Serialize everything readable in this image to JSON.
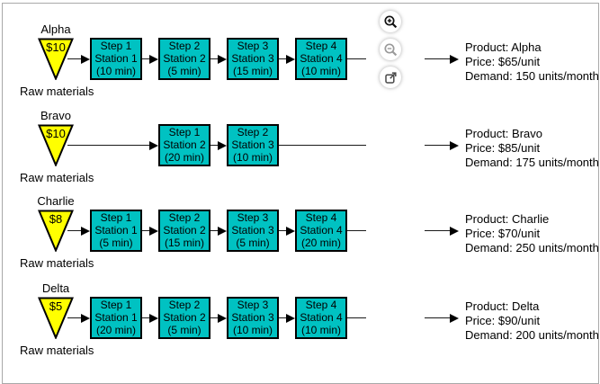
{
  "colors": {
    "station_fill": "#00C2C2",
    "raw_fill": "#FFFF00",
    "line": "#1a1a1a",
    "frame": "#a9a9a9"
  },
  "toolbar": {
    "buttons": [
      {
        "name": "zoom-in"
      },
      {
        "name": "zoom-out"
      },
      {
        "name": "open-external"
      }
    ]
  },
  "rows": [
    {
      "product": "Alpha",
      "raw_cost": "$10",
      "raw_label": "Raw materials",
      "steps": [
        {
          "slot": 0,
          "step": "Step 1",
          "station": "Station 1",
          "time": "(10 min)"
        },
        {
          "slot": 1,
          "step": "Step 2",
          "station": "Station 2",
          "time": "(5 min)"
        },
        {
          "slot": 2,
          "step": "Step 3",
          "station": "Station 3",
          "time": "(15 min)"
        },
        {
          "slot": 3,
          "step": "Step 4",
          "station": "Station 4",
          "time": "(10 min)"
        }
      ],
      "info": {
        "product": "Product: Alpha",
        "price": "Price: $65/unit",
        "demand": "Demand: 150 units/month"
      }
    },
    {
      "product": "Bravo",
      "raw_cost": "$10",
      "raw_label": "Raw materials",
      "steps": [
        {
          "slot": 1,
          "step": "Step 1",
          "station": "Station 2",
          "time": "(20 min)"
        },
        {
          "slot": 2,
          "step": "Step 2",
          "station": "Station 3",
          "time": "(10 min)"
        }
      ],
      "info": {
        "product": "Product: Bravo",
        "price": "Price: $85/unit",
        "demand": "Demand: 175 units/month"
      }
    },
    {
      "product": "Charlie",
      "raw_cost": "$8",
      "raw_label": "Raw materials",
      "steps": [
        {
          "slot": 0,
          "step": "Step 1",
          "station": "Station 1",
          "time": "(5 min)"
        },
        {
          "slot": 1,
          "step": "Step 2",
          "station": "Station 2",
          "time": "(15 min)"
        },
        {
          "slot": 2,
          "step": "Step 3",
          "station": "Station 3",
          "time": "(5 min)"
        },
        {
          "slot": 3,
          "step": "Step 4",
          "station": "Station 4",
          "time": "(20 min)"
        }
      ],
      "info": {
        "product": "Product: Charlie",
        "price": "Price: $70/unit",
        "demand": "Demand: 250 units/month"
      }
    },
    {
      "product": "Delta",
      "raw_cost": "$5",
      "raw_label": "Raw materials",
      "steps": [
        {
          "slot": 0,
          "step": "Step 1",
          "station": "Station 1",
          "time": "(20 min)"
        },
        {
          "slot": 1,
          "step": "Step 2",
          "station": "Station 2",
          "time": "(5 min)"
        },
        {
          "slot": 2,
          "step": "Step 3",
          "station": "Station 3",
          "time": "(10 min)"
        },
        {
          "slot": 3,
          "step": "Step 4",
          "station": "Station 4",
          "time": "(10 min)"
        }
      ],
      "info": {
        "product": "Product: Delta",
        "price": "Price: $90/unit",
        "demand": "Demand: 200 units/month"
      }
    }
  ]
}
